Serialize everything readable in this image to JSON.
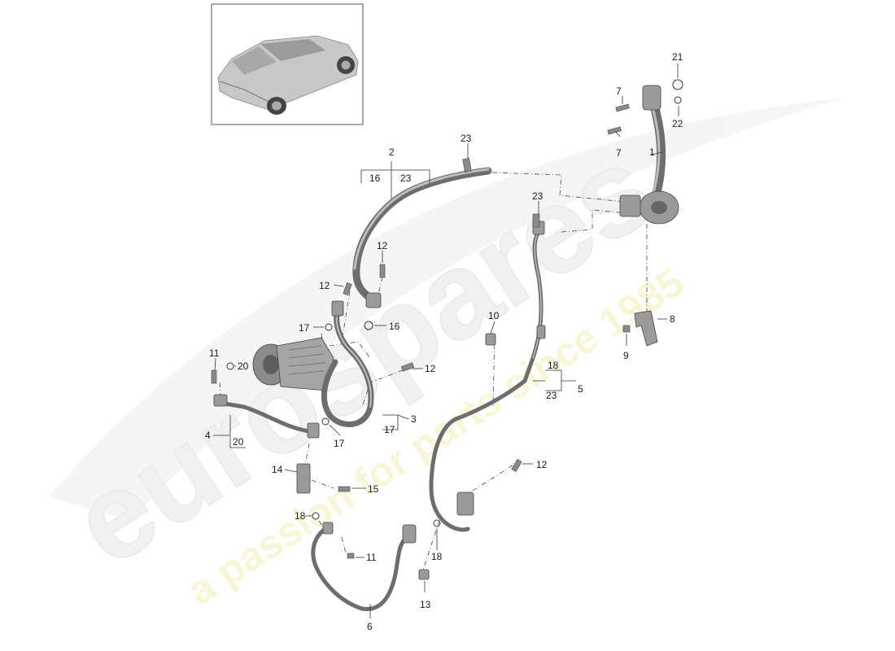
{
  "watermark": {
    "brand": "eurospares",
    "tagline": "a passion for parts since 1985"
  },
  "thumbnail": {
    "icon": "car-suv-icon"
  },
  "callouts": [
    {
      "id": "c1",
      "label": "1"
    },
    {
      "id": "c2",
      "label": "2"
    },
    {
      "id": "c16a",
      "label": "16"
    },
    {
      "id": "c23a",
      "label": "23"
    },
    {
      "id": "c23b",
      "label": "23"
    },
    {
      "id": "c23c",
      "label": "23"
    },
    {
      "id": "c21",
      "label": "21"
    },
    {
      "id": "c22",
      "label": "22"
    },
    {
      "id": "c7a",
      "label": "7"
    },
    {
      "id": "c7b",
      "label": "7"
    },
    {
      "id": "c12a",
      "label": "12"
    },
    {
      "id": "c12b",
      "label": "12"
    },
    {
      "id": "c12c",
      "label": "12"
    },
    {
      "id": "c12d",
      "label": "12"
    },
    {
      "id": "c16b",
      "label": "16"
    },
    {
      "id": "c17a",
      "label": "17"
    },
    {
      "id": "c17b",
      "label": "17"
    },
    {
      "id": "c17c",
      "label": "17"
    },
    {
      "id": "c10",
      "label": "10"
    },
    {
      "id": "c8",
      "label": "8"
    },
    {
      "id": "c9",
      "label": "9"
    },
    {
      "id": "c11a",
      "label": "11"
    },
    {
      "id": "c11b",
      "label": "11"
    },
    {
      "id": "c20a",
      "label": "20"
    },
    {
      "id": "c20b",
      "label": "20"
    },
    {
      "id": "c4",
      "label": "4"
    },
    {
      "id": "c3",
      "label": "3"
    },
    {
      "id": "c18a",
      "label": "18"
    },
    {
      "id": "c18b",
      "label": "18"
    },
    {
      "id": "c18c",
      "label": "18"
    },
    {
      "id": "c5",
      "label": "5"
    },
    {
      "id": "c14",
      "label": "14"
    },
    {
      "id": "c15",
      "label": "15"
    },
    {
      "id": "c13",
      "label": "13"
    },
    {
      "id": "c6",
      "label": "6"
    }
  ]
}
